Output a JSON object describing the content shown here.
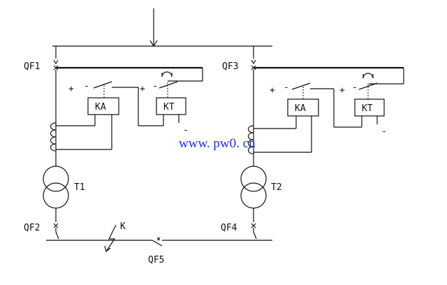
{
  "labels": {
    "qf1": "QF1",
    "qf2": "QF2",
    "qf3": "QF3",
    "qf4": "QF4",
    "qf5": "QF5",
    "t1": "T1",
    "t2": "T2",
    "ka": "KA",
    "kt": "KT",
    "fault": "K",
    "plus": "+",
    "minus": "-"
  },
  "watermark": "www. pw0. cn",
  "colors": {
    "line": "#111111",
    "watermark": "#1f2fd6",
    "background": "#ffffff"
  }
}
